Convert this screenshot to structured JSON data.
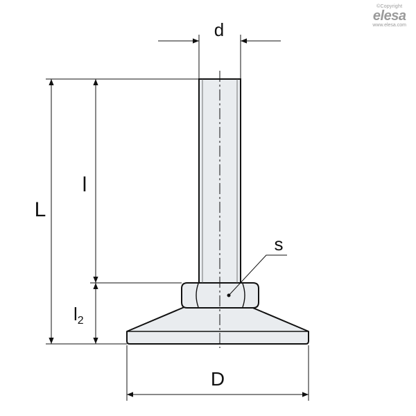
{
  "labels": {
    "d": "d",
    "L": "L",
    "l": "l",
    "s": "s",
    "l2_main": "l",
    "l2_sub": "2",
    "D": "D"
  },
  "brand": {
    "copyright": "©Copyright",
    "logo": "elesa",
    "website": "www.elesa.com"
  },
  "colors": {
    "part_fill": "#e9ecef",
    "line": "#111111",
    "brand_gray": "#9a9a9a"
  }
}
